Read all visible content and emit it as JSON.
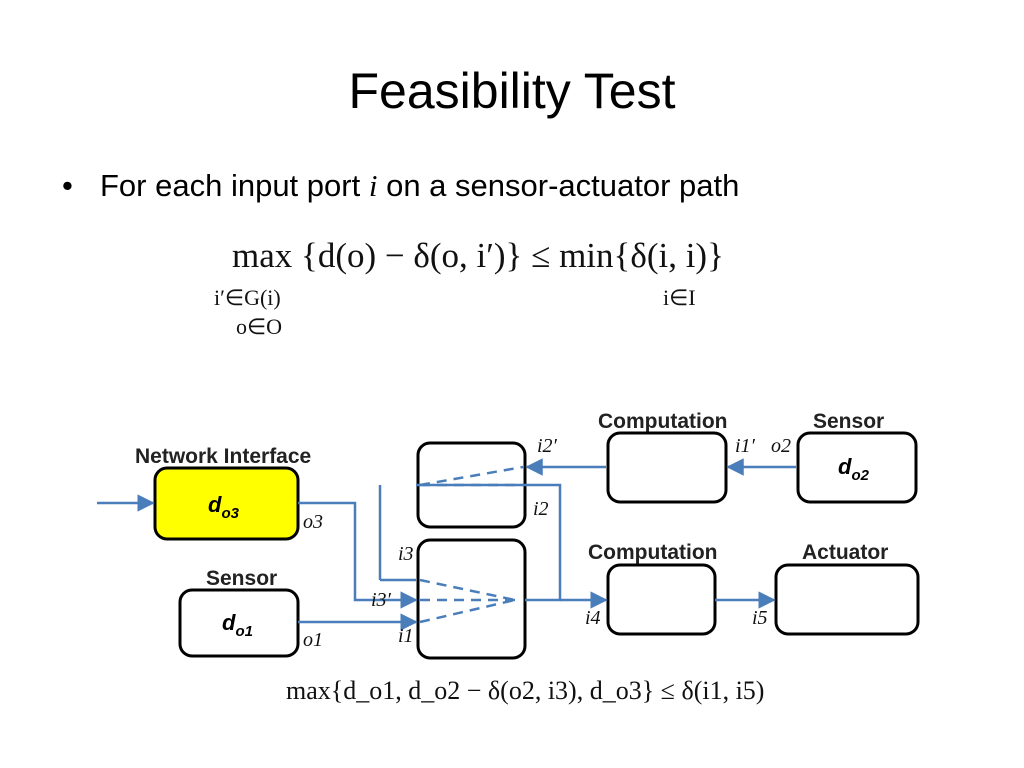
{
  "title": "Feasibility Test",
  "bullet": {
    "symbol": "•",
    "text_before": "For each input port",
    "variable": "i",
    "text_after": "on a sensor-actuator path"
  },
  "formula": {
    "max_op": "max",
    "max_sub_1": "i′∈G(i)",
    "max_sub_2": "o∈O",
    "body_left": "{d(o) − δ(o, i′)}",
    "relation": "≤",
    "min_op": "min",
    "min_sub": "i∈I",
    "body_right": "{δ(i, i)}"
  },
  "diagram": {
    "labels": {
      "network_interface": "Network Interface",
      "sensor_left": "Sensor",
      "computation_top": "Computation",
      "sensor_right": "Sensor",
      "computation_mid": "Computation",
      "actuator": "Actuator"
    },
    "box_text": {
      "d_o3": "d",
      "d_o3_sub": "o3",
      "d_o1": "d",
      "d_o1_sub": "o1",
      "d_o2": "d",
      "d_o2_sub": "o2"
    },
    "ports": {
      "o3": "o3",
      "o1": "o1",
      "o2": "o2",
      "i1p": "i1′",
      "i2p": "i2′",
      "i2": "i2",
      "i3": "i3",
      "i3p": "i3′",
      "i1": "i1",
      "i4": "i4",
      "i5": "i5"
    },
    "colors": {
      "highlight_box": "#ffff00",
      "arrow": "#4a7ebb",
      "box_border": "#000000"
    }
  },
  "bottom_formula": "max{d_o1, d_o2 − δ(o2, i3), d_o3} ≤ δ(i1, i5)"
}
